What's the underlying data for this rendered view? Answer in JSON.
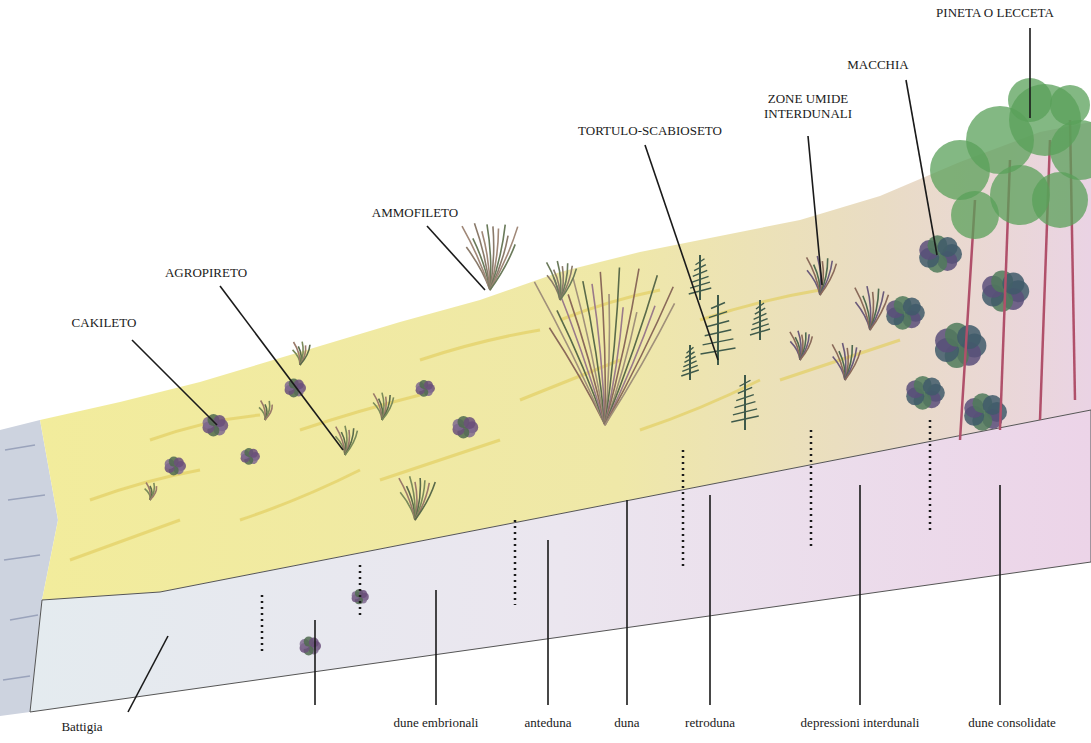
{
  "diagram": {
    "labels": [
      "PINETA O LECCETA",
      "MACCHIA",
      "ZONE UMIDE INTERDUNALI",
      "TORTULO-SCABIOSETO",
      "AMMOFILETO",
      "AGROPIRETO",
      "CAKILETO",
      "Battigia",
      "dune embrionali",
      "anteduna",
      "duna",
      "retroduna",
      "depressioni interdunali",
      "dune consolidate"
    ]
  }
}
